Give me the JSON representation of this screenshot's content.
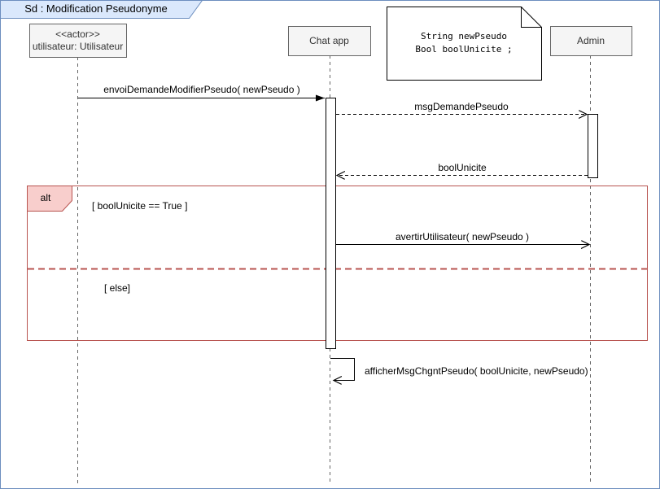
{
  "diagram": {
    "title": "Sd : Modification Pseudonyme",
    "participants": [
      {
        "id": "utilisateur",
        "stereotype": "<<actor>>",
        "name": "utilisateur: Utilisateur"
      },
      {
        "id": "chat",
        "stereotype": "",
        "name": "Chat app"
      },
      {
        "id": "admin",
        "stereotype": "",
        "name": "Admin"
      }
    ],
    "note": {
      "line1": "String newPseudo",
      "line2": "Bool boolUnicite ;"
    },
    "messages": [
      {
        "label": "envoiDemandeModifierPseudo( newPseudo )",
        "from": "utilisateur",
        "to": "chat",
        "style": "solid-filled-arrow"
      },
      {
        "label": "msgDemandePseudo",
        "from": "chat",
        "to": "admin",
        "style": "dashed-open-arrow"
      },
      {
        "label": "boolUnicite",
        "from": "admin",
        "to": "chat",
        "style": "dashed-open-arrow"
      },
      {
        "label": "avertirUtilisateur( newPseudo )",
        "from": "chat",
        "to": "admin",
        "style": "solid-open-arrow"
      },
      {
        "label": "afficherMsgChgntPseudo( boolUnicite, newPseudo)",
        "from": "chat",
        "to": "chat",
        "style": "self-open-arrow"
      }
    ],
    "fragment": {
      "operator": "alt",
      "guard_true": "[ boolUnicite == True ]",
      "guard_else": "[ else]"
    }
  },
  "colors": {
    "canvas-bg": "#ffffff",
    "frame-border": "#6c8ebf",
    "tab-fill": "#dae8fc",
    "box-fill": "#f5f5f5",
    "box-border": "#666666",
    "box-text": "#333333",
    "ink": "#000000",
    "lifeline": "#666666",
    "fragment-border": "#b85450",
    "fragment-label-fill": "#f8cecc"
  }
}
